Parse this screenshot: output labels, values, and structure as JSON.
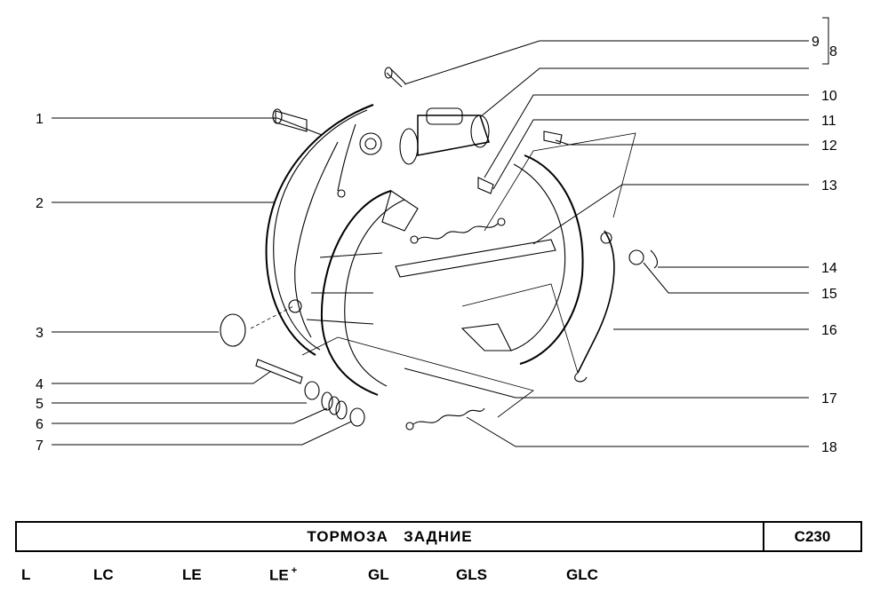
{
  "callouts": {
    "n1": "1",
    "n2": "2",
    "n3": "3",
    "n4": "4",
    "n5": "5",
    "n6": "6",
    "n7": "7",
    "n8": "8",
    "n9": "9",
    "n10": "10",
    "n11": "11",
    "n12": "12",
    "n13": "13",
    "n14": "14",
    "n15": "15",
    "n16": "16",
    "n17": "17",
    "n18": "18"
  },
  "title": "ТОРМОЗА   ЗАДНИЕ",
  "code": "C230",
  "variants": {
    "v1": "L",
    "v2": "LC",
    "v3": "LE",
    "v4": "LE",
    "v4_suffix": "+",
    "v5": "GL",
    "v6": "GLS",
    "v7": "GLC"
  }
}
